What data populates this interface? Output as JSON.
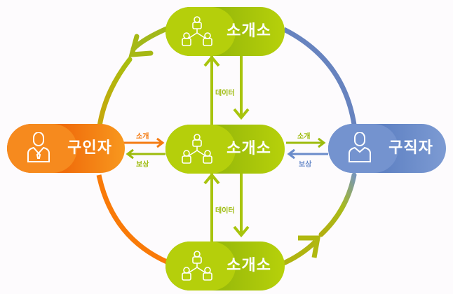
{
  "diagram": {
    "nodes": {
      "broker_top": {
        "label": "소개소",
        "icon": "network-people-icon",
        "color": "#b5cf0b"
      },
      "broker_center": {
        "label": "소개소",
        "icon": "network-people-icon",
        "color": "#b5cf0b"
      },
      "broker_bottom": {
        "label": "소개소",
        "icon": "network-people-icon",
        "color": "#b5cf0b"
      },
      "employer": {
        "label": "구인자",
        "icon": "person-tie-icon",
        "color": "#f47b12"
      },
      "job_seeker": {
        "label": "구직자",
        "icon": "person-icon",
        "color": "#6b8cca"
      }
    },
    "edges": {
      "employer_to_center": {
        "label": "소개",
        "color": "#f47b12"
      },
      "center_to_employer": {
        "label": "보상",
        "color": "#9dbb0c"
      },
      "center_to_seeker": {
        "label": "소개",
        "color": "#9dbb0c"
      },
      "seeker_to_center": {
        "label": "보상",
        "color": "#6b8cca"
      },
      "top_center_data": {
        "label": "데이터",
        "color": "#a8c40c"
      },
      "center_bottom_data": {
        "label": "데이터",
        "color": "#a8c40c"
      }
    }
  }
}
